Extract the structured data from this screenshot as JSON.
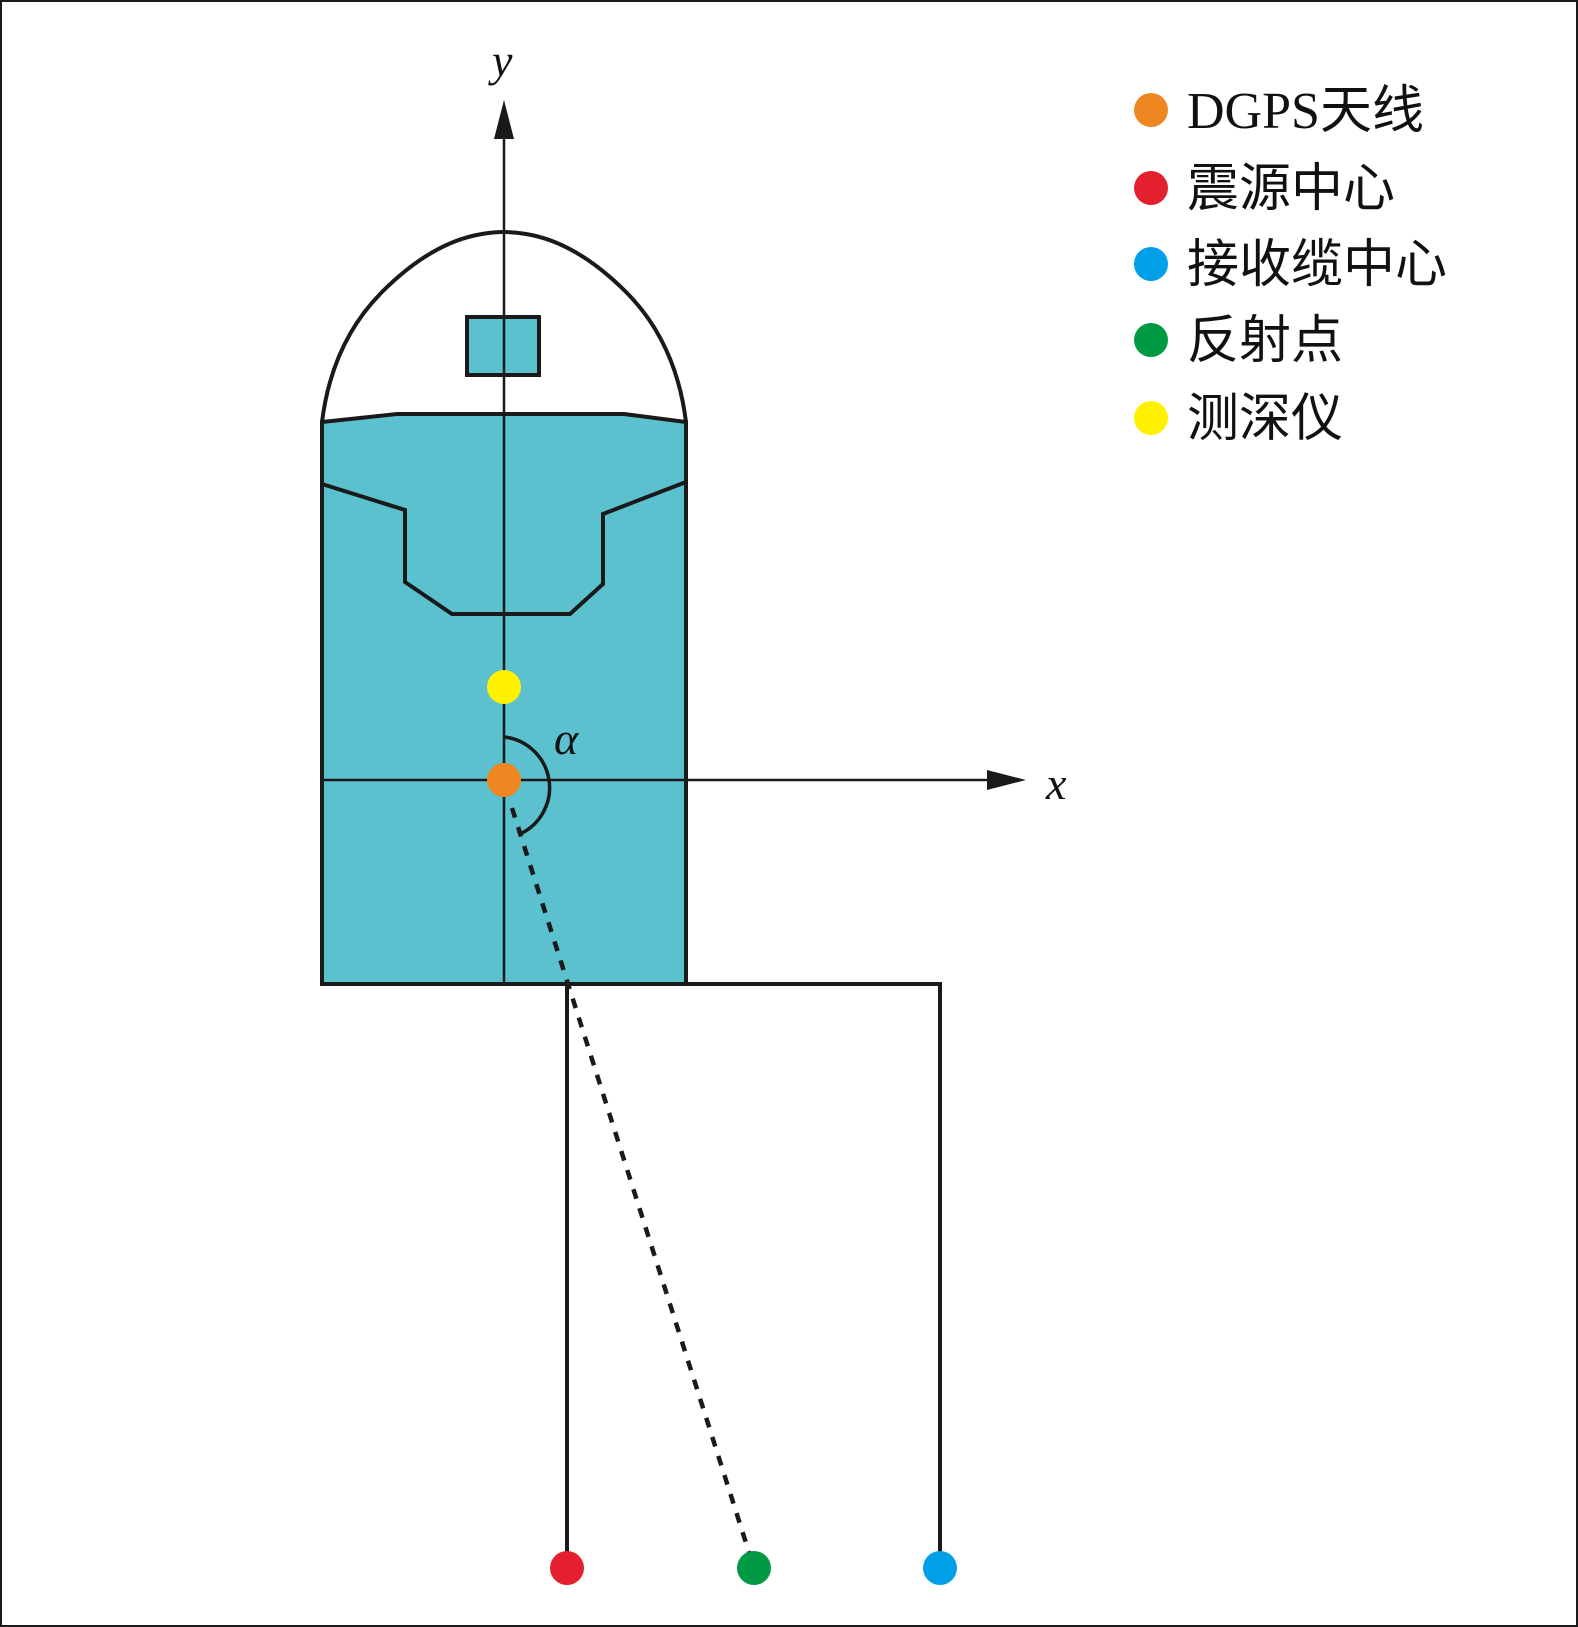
{
  "axes": {
    "x_label": "x",
    "y_label": "y",
    "angle_label": "α"
  },
  "legend": [
    {
      "label": "DGPS天线",
      "color": "#ee8721"
    },
    {
      "label": "震源中心",
      "color": "#e5202e"
    },
    {
      "label": "接收缆中心",
      "color": "#009fe8"
    },
    {
      "label": "反射点",
      "color": "#009944"
    },
    {
      "label": "测深仪",
      "color": "#fff100"
    }
  ],
  "colors": {
    "hull": "#5bc1cf",
    "stroke": "#1a1a1a"
  }
}
